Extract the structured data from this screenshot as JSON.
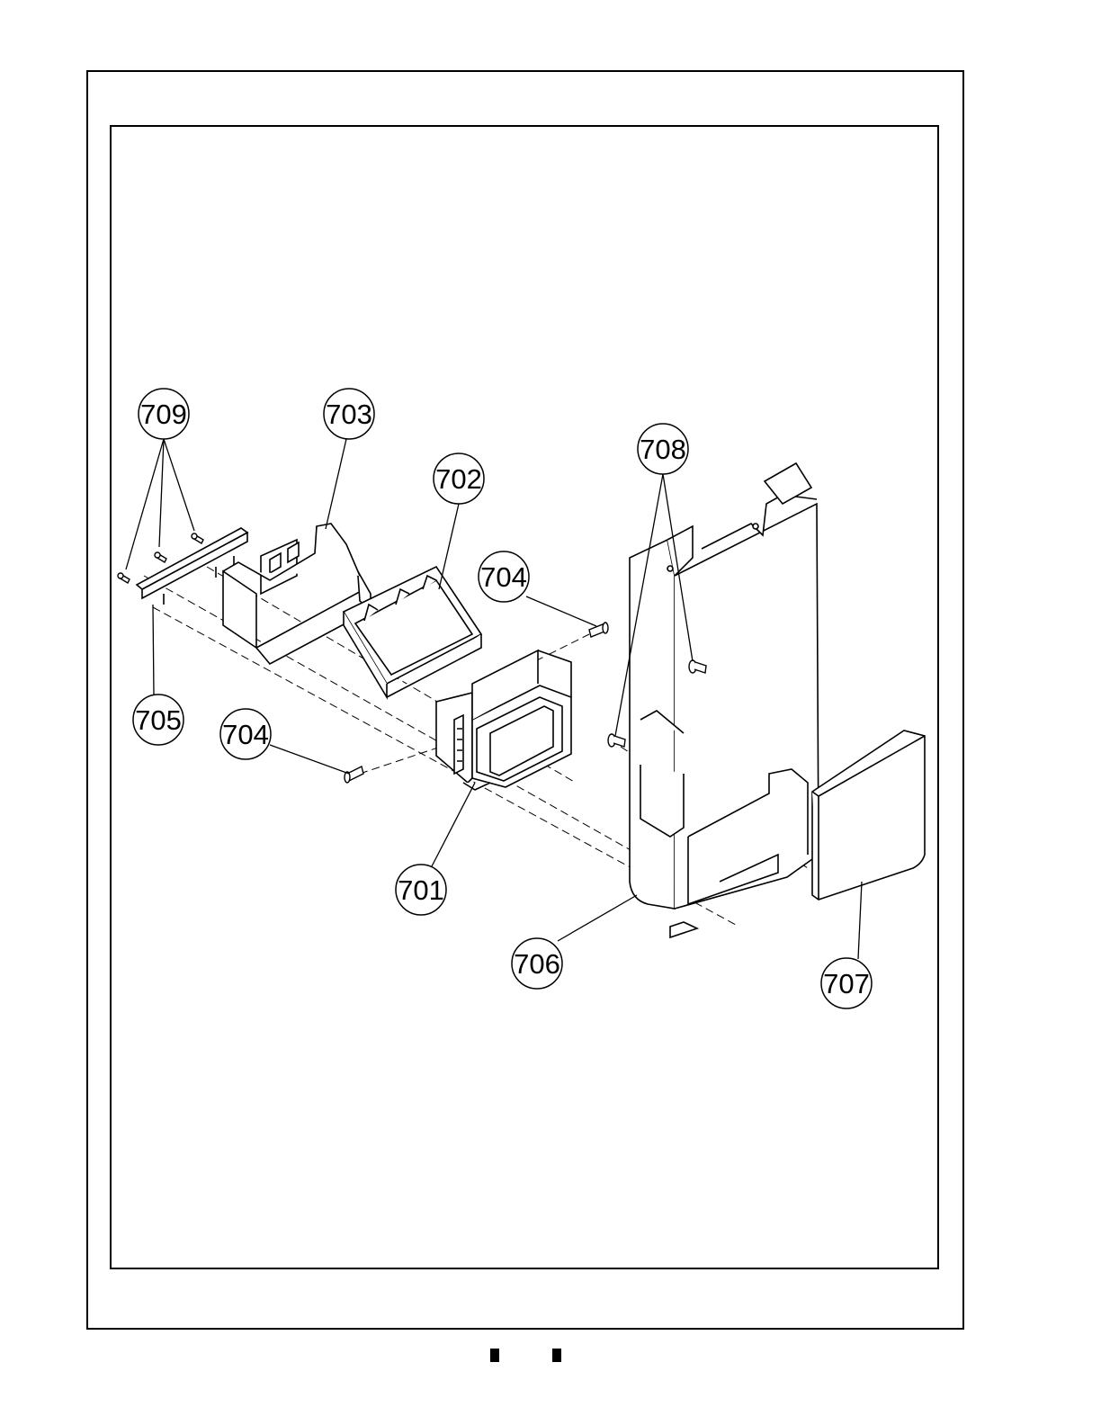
{
  "callouts": {
    "c709": "709",
    "c703": "703",
    "c702": "702",
    "c708": "708",
    "c704_top": "704",
    "c705": "705",
    "c704_left": "704",
    "c701": "701",
    "c706": "706",
    "c707": "707"
  }
}
